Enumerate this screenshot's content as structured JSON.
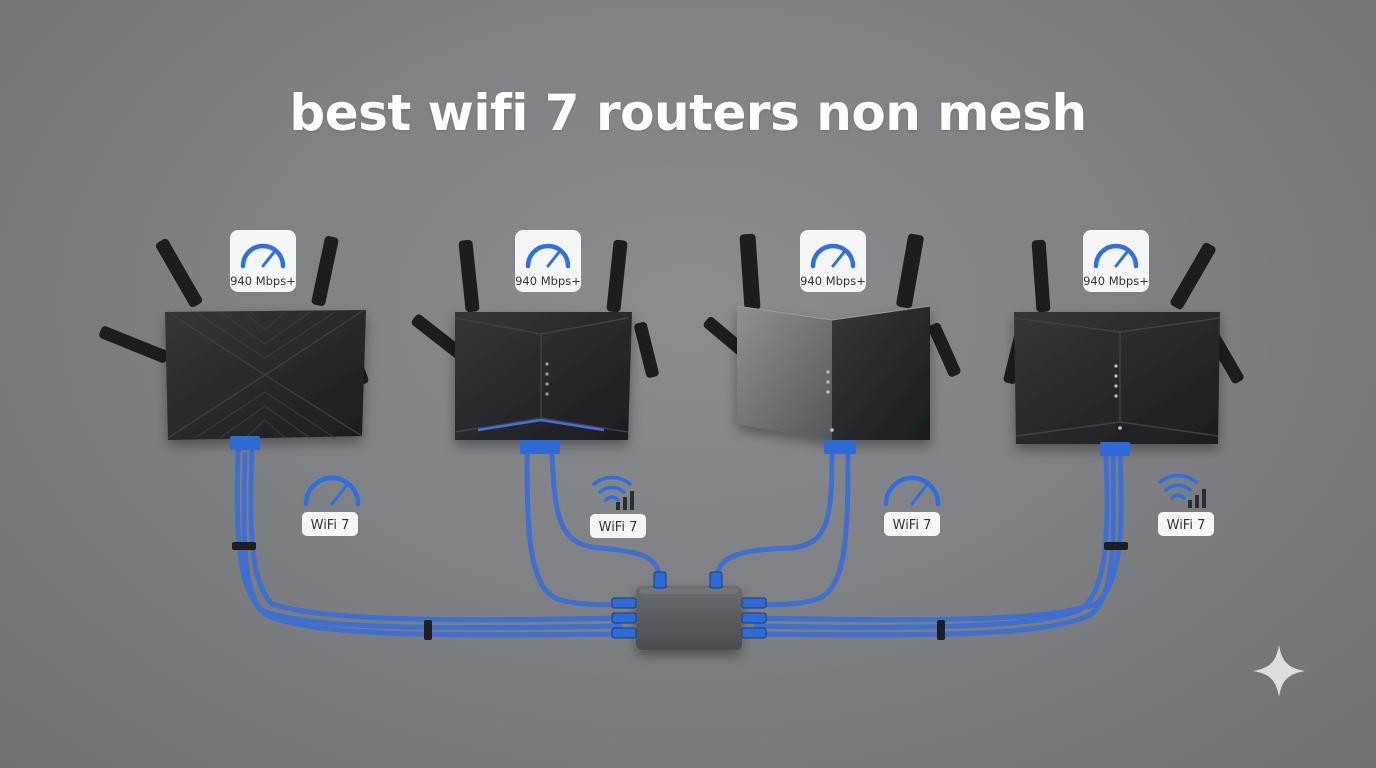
{
  "title": "best wifi 7 routers non mesh",
  "colors": {
    "background": "#808285",
    "router_dark": "#26282b",
    "router_light": "#6a6c70",
    "cable": "#3f6fd0",
    "badge_icon": "#2f6fe0"
  },
  "routers": [
    {
      "speed_label": "940 Mbps+",
      "feature_label": "WiFi 7",
      "feature_icon": "speedometer-icon"
    },
    {
      "speed_label": "940 Mbps+",
      "feature_label": "WiFi 7",
      "feature_icon": "wifi-signal-icon"
    },
    {
      "speed_label": "940 Mbps+",
      "feature_label": "WiFi 7",
      "feature_icon": "speedometer-icon"
    },
    {
      "speed_label": "940 Mbps+",
      "feature_label": "WiFi 7",
      "feature_icon": "wifi-signal-icon"
    }
  ],
  "decor_icon": "sparkle-icon"
}
